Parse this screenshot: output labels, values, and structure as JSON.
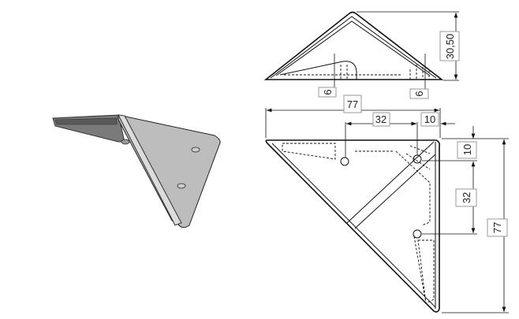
{
  "dimensions": {
    "top_height": "30,50",
    "top_left_thickness": "6",
    "top_right_thickness": "6",
    "overall_width": "77",
    "hole_spacing_horizontal": "32",
    "hole_offset_horizontal": "10",
    "hole_offset_vertical": "10",
    "hole_spacing_vertical": "32",
    "overall_height": "77"
  },
  "colors": {
    "part_shade": "#b8b8b8",
    "line": "#111111",
    "dim_box": "#999999"
  }
}
